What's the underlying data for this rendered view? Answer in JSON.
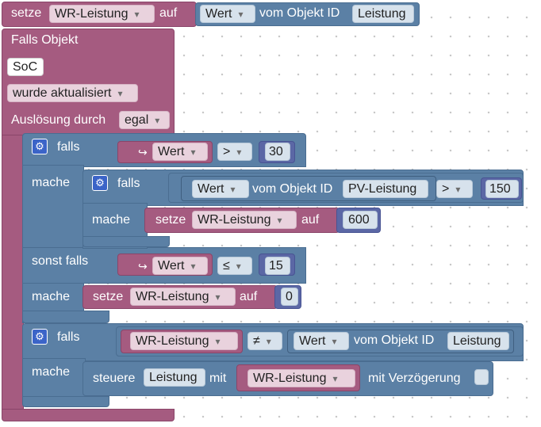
{
  "top": {
    "setze": "setze",
    "var": "WR-Leistung",
    "auf": "auf",
    "prop": "Wert",
    "vom_objekt": "vom Objekt ID",
    "obj": "Leistung"
  },
  "trigger": {
    "falls_objekt": "Falls Objekt",
    "object": "SoC",
    "event": "wurde aktualisiert",
    "ausloesung": "Auslösung durch",
    "ausloesung_value": "egal"
  },
  "if1": {
    "falls": "falls",
    "cond_icon": "↪",
    "cond_var": "Wert",
    "cond_op": ">",
    "cond_val": "30",
    "mache": "mache",
    "inner": {
      "falls": "falls",
      "prop": "Wert",
      "vom_objekt": "vom Objekt ID",
      "obj": "PV-Leistung",
      "op": ">",
      "val": "150",
      "mache": "mache",
      "setze": "setze",
      "var": "WR-Leistung",
      "auf": "auf",
      "num": "600"
    },
    "sonst_falls": "sonst falls",
    "cond2_icon": "↪",
    "cond2_var": "Wert",
    "cond2_op": "≤",
    "cond2_val": "15",
    "mache2": "mache",
    "setze2": "setze",
    "var2": "WR-Leistung",
    "auf2": "auf",
    "num2": "0"
  },
  "if2": {
    "falls": "falls",
    "var": "WR-Leistung",
    "op": "≠",
    "prop": "Wert",
    "vom_objekt": "vom Objekt ID",
    "obj": "Leistung",
    "mache": "mache",
    "steuere": "steuere",
    "steuere_obj": "Leistung",
    "mit": "mit",
    "mit_var": "WR-Leistung",
    "mit_verz": "mit Verzögerung"
  }
}
